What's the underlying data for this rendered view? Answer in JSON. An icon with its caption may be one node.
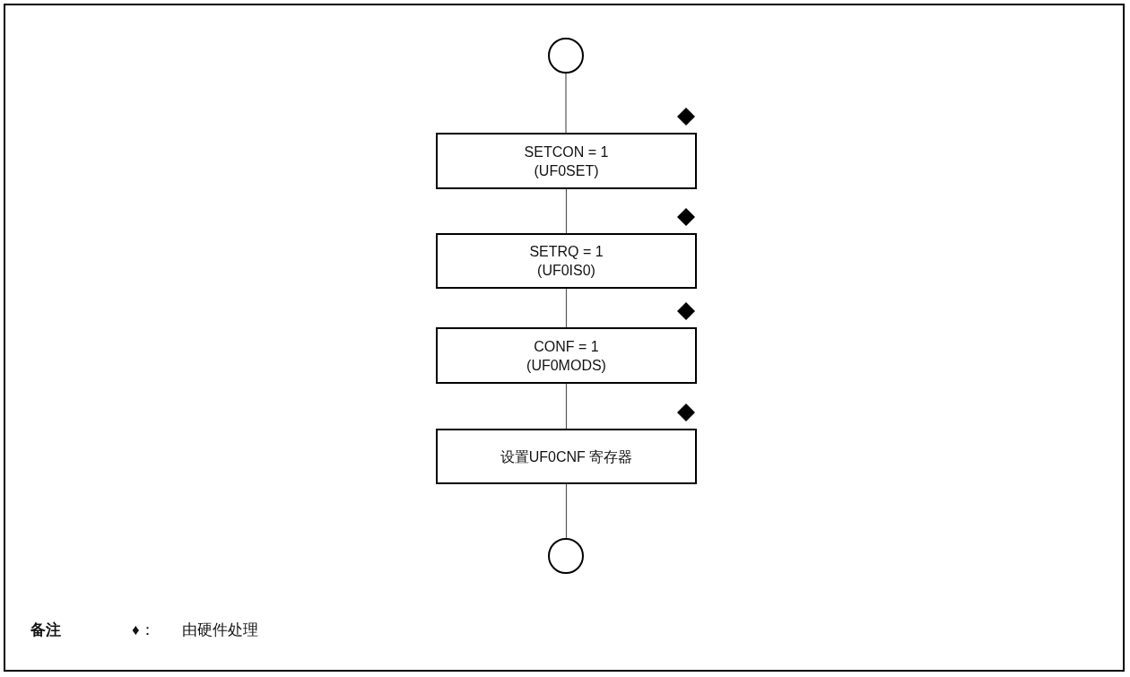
{
  "diagram": {
    "nodes": [
      {
        "text": [],
        "shape": "circle"
      },
      {
        "text": [
          "SETCON = 1",
          "(UF0SET)"
        ]
      },
      {
        "text": [
          "SETRQ = 1",
          "(UF0IS0)"
        ]
      },
      {
        "text": [
          "CONF = 1",
          "(UF0MODS)"
        ]
      },
      {
        "text": [
          "设置UF0CNF 寄存器"
        ]
      },
      {
        "text": [],
        "shape": "circle"
      }
    ],
    "edges": [
      {
        "from": 0,
        "to": 1,
        "arrow": "none"
      },
      {
        "from": 1,
        "to": 2,
        "arrow": "none"
      },
      {
        "from": 2,
        "to": 3,
        "arrow": "none"
      },
      {
        "from": 3,
        "to": 4,
        "arrow": "none"
      },
      {
        "from": 4,
        "to": 5,
        "arrow": "none"
      }
    ],
    "labels": [
      "备注",
      "♦：",
      "由硬件处理"
    ]
  }
}
